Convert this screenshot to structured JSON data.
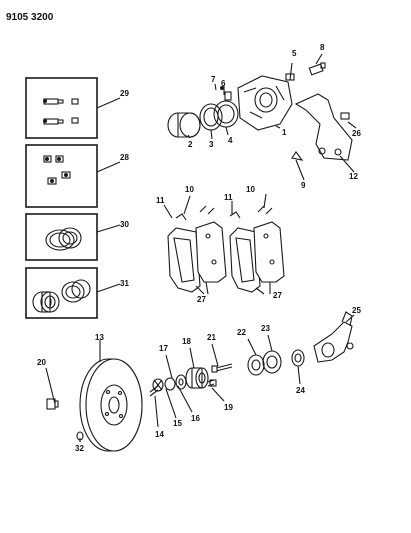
{
  "diagram_code": "9105 3200",
  "callouts": {
    "c1": "1",
    "c2": "2",
    "c3": "3",
    "c4": "4",
    "c5": "5",
    "c6": "6",
    "c7": "7",
    "c8": "8",
    "c9": "9",
    "c10a": "10",
    "c10b": "10",
    "c11a": "11",
    "c11b": "11",
    "c12": "12",
    "c13": "13",
    "c14": "14",
    "c15": "15",
    "c16": "16",
    "c17": "17",
    "c18": "18",
    "c19": "19",
    "c20": "20",
    "c21": "21",
    "c22": "22",
    "c23": "23",
    "c24": "24",
    "c25": "25",
    "c26": "26",
    "c27a": "27",
    "c27b": "27",
    "c28": "28",
    "c29": "29",
    "c30": "30",
    "c31": "31",
    "c32": "32"
  }
}
